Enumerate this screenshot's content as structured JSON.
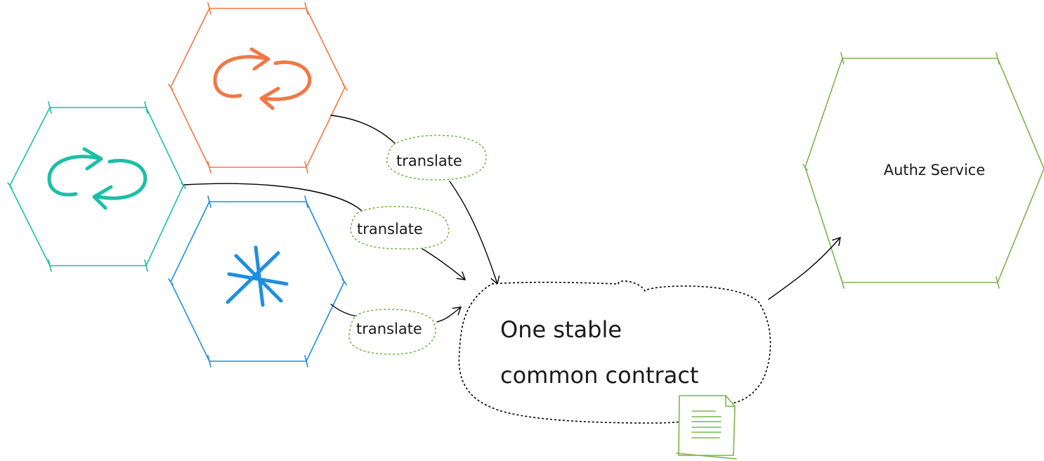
{
  "colors": {
    "orange": "#f07846",
    "teal": "#1bbfa8",
    "blue": "#1e8fe0",
    "green": "#7ab648",
    "ink": "#000000"
  },
  "nodes": {
    "orange_hex": {
      "icon": "cycle-arrows-icon"
    },
    "teal_hex": {
      "icon": "cycle-arrows-icon"
    },
    "blue_hex": {
      "icon": "asterisk-icon"
    },
    "authz": {
      "label": "Authz Service"
    }
  },
  "translators": [
    {
      "label": "translate"
    },
    {
      "label": "translate"
    },
    {
      "label": "translate"
    }
  ],
  "contract": {
    "line1": "One stable",
    "line2": "common contract",
    "icon": "document-icon"
  }
}
